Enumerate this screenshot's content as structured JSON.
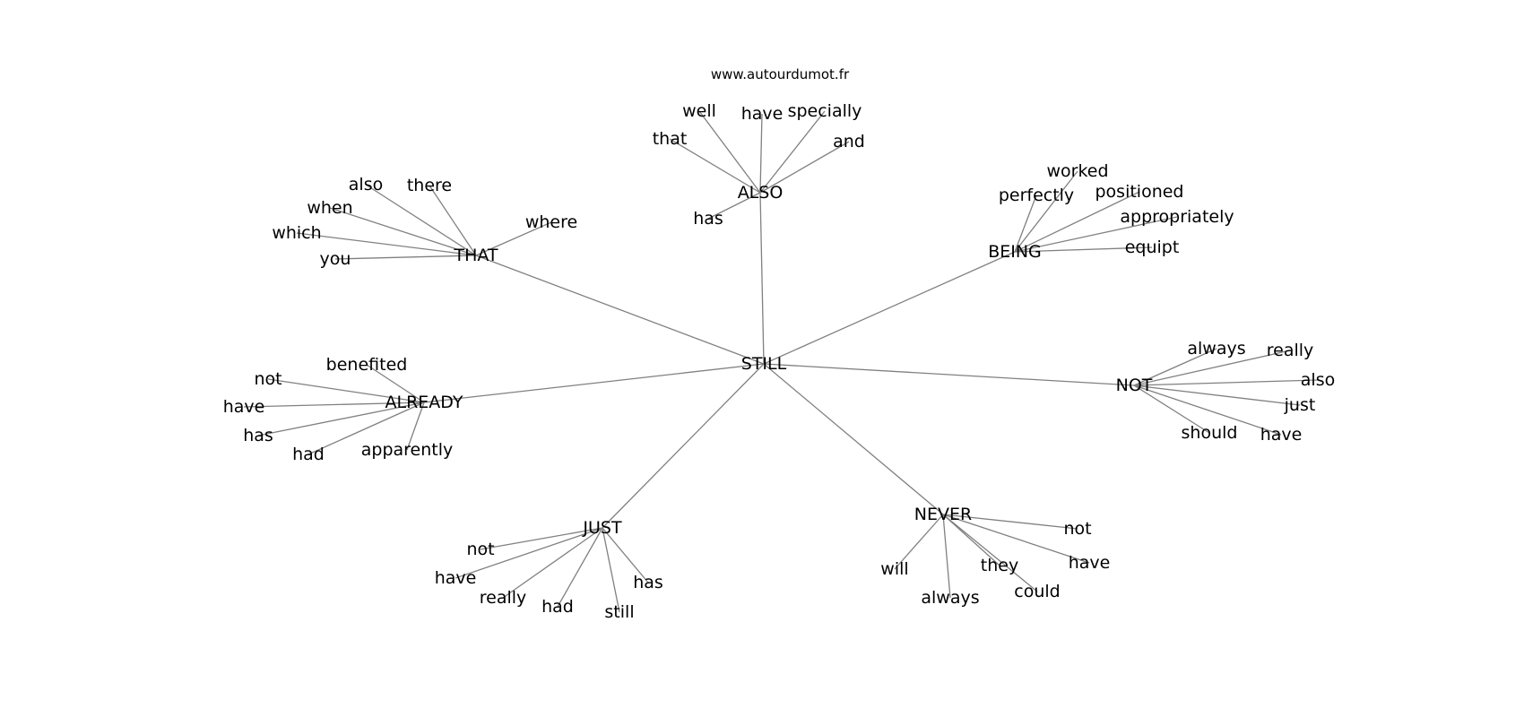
{
  "title": "www.autourdumot.fr",
  "center": "STILL",
  "clusters": [
    {
      "word": "ALSO",
      "leaves": [
        "well",
        "have",
        "specially",
        "that",
        "and",
        "has"
      ]
    },
    {
      "word": "BEING",
      "leaves": [
        "worked",
        "perfectly",
        "positioned",
        "appropriately",
        "equipt"
      ]
    },
    {
      "word": "THAT",
      "leaves": [
        "also",
        "there",
        "when",
        "where",
        "which",
        "you"
      ]
    },
    {
      "word": "NOT",
      "leaves": [
        "always",
        "really",
        "also",
        "just",
        "should",
        "have"
      ]
    },
    {
      "word": "ALREADY",
      "leaves": [
        "benefited",
        "not",
        "have",
        "has",
        "had",
        "apparently"
      ]
    },
    {
      "word": "JUST",
      "leaves": [
        "not",
        "have",
        "really",
        "had",
        "still",
        "has"
      ]
    },
    {
      "word": "NEVER",
      "leaves": [
        "not",
        "have",
        "will",
        "they",
        "could",
        "always"
      ]
    }
  ]
}
